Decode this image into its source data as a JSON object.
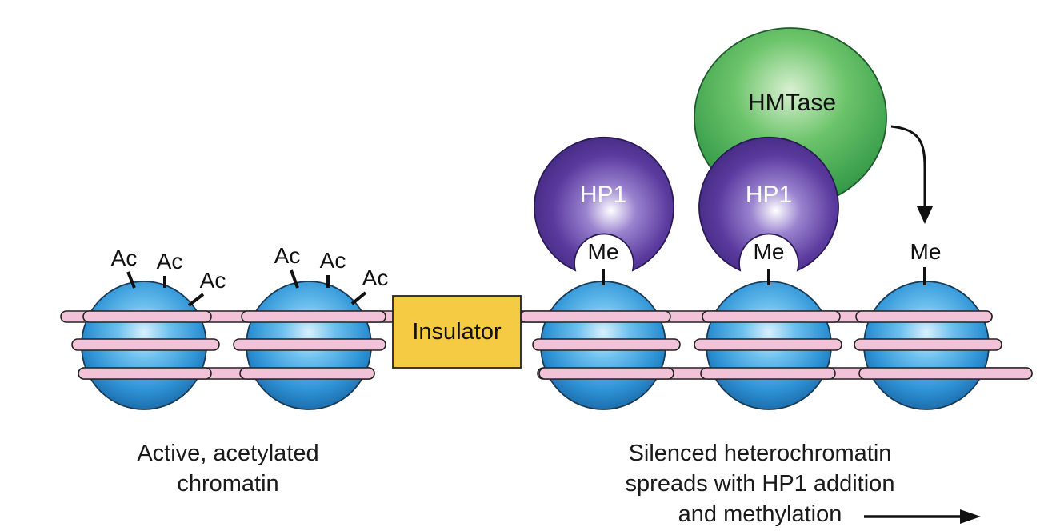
{
  "labels": {
    "acetyl": "Ac",
    "methyl": "Me",
    "insulator": "Insulator",
    "hp1": "HP1",
    "hmtase": "HMTase"
  },
  "captions": {
    "active_line1": "Active, acetylated",
    "active_line2": "chromatin",
    "silenced_line1": "Silenced heterochromatin",
    "silenced_line2": "spreads with HP1 addition",
    "silenced_line3": "and methylation"
  },
  "colors": {
    "nucleosome": "#3a9fde",
    "dna_strand": "#f2c3d8",
    "insulator": "#f6cb44",
    "hp1": "#5a3a9e",
    "hmtase": "#3aa552"
  }
}
